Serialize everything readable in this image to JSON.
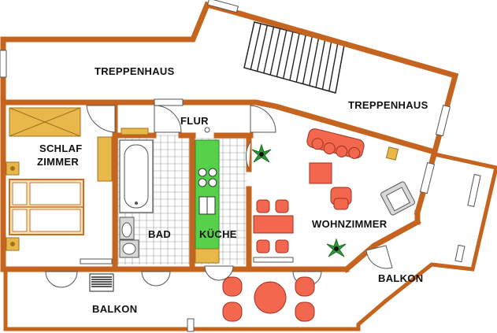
{
  "rooms": {
    "treppenhaus_top": "TREPPENHAUS",
    "treppenhaus_right": "TREPPENHAUS",
    "flur": "FLUR",
    "schlafzimmer_line1": "SCHLAF",
    "schlafzimmer_line2": "ZIMMER",
    "bad": "BAD",
    "kueche": "KÜCHE",
    "wohnzimmer": "WOHNZIMMER",
    "balkon_bottom": "BALKON",
    "balkon_right": "BALKON"
  },
  "colors": {
    "wall": "#c4641e",
    "furniture_red": "#f2674d",
    "kitchen_green": "#55d24a",
    "wood_yellow": "#e8b84a",
    "plant_green": "#2e9a3a"
  },
  "icons": [
    "staircase-icon",
    "bathtub-icon",
    "toilet-icon",
    "sink-icon",
    "stove-icon",
    "plant-icon",
    "armchair-icon",
    "sofa-icon",
    "bed-icon",
    "dining-table-icon"
  ]
}
